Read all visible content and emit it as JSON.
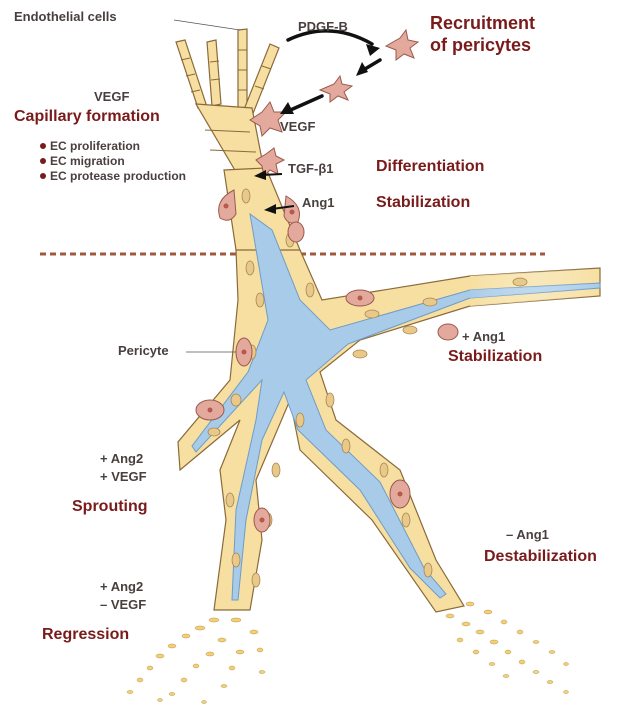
{
  "labels": {
    "endothelial_cells": "Endothelial cells",
    "pdgf_b": "PDGF-B",
    "recruitment_line1": "Recruitment",
    "recruitment_line2": "of pericytes",
    "vegf_top": "VEGF",
    "capillary_formation": "Capillary formation",
    "vegf_mid": "VEGF",
    "tgf": "TGF-β1",
    "differentiation": "Differentiation",
    "ang1": "Ang1",
    "stabilization_top": "Stabilization",
    "pericyte": "Pericyte",
    "plus_ang1": "+ Ang1",
    "stabilization_right": "Stabilization",
    "plus_ang2_a": "+ Ang2",
    "plus_vegf": "+ VEGF",
    "sprouting": "Sprouting",
    "minus_ang1": "– Ang1",
    "destabilization": "Destabilization",
    "plus_ang2_b": "+ Ang2",
    "minus_vegf": "– VEGF",
    "regression": "Regression"
  },
  "bullets": [
    "EC proliferation",
    "EC migration",
    "EC protease production"
  ],
  "colors": {
    "label_text": "#4a3f3f",
    "heading_red": "#7a1b1b",
    "vessel_wall": "#f6dfa0",
    "lumen": "#b4d3ec",
    "pericyte": "#e3a99c",
    "divider": "#a0593f"
  }
}
